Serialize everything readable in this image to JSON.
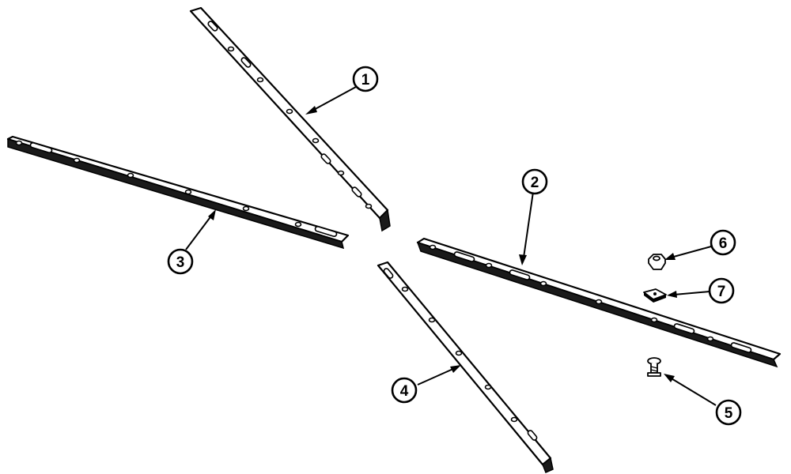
{
  "diagram": {
    "colors": {
      "ink": "#000000",
      "paper": "#ffffff"
    },
    "callouts": [
      {
        "id": "c1",
        "label": "1"
      },
      {
        "id": "c2",
        "label": "2"
      },
      {
        "id": "c3",
        "label": "3"
      },
      {
        "id": "c4",
        "label": "4"
      },
      {
        "id": "c5",
        "label": "5"
      },
      {
        "id": "c6",
        "label": "6"
      },
      {
        "id": "c7",
        "label": "7"
      }
    ]
  }
}
